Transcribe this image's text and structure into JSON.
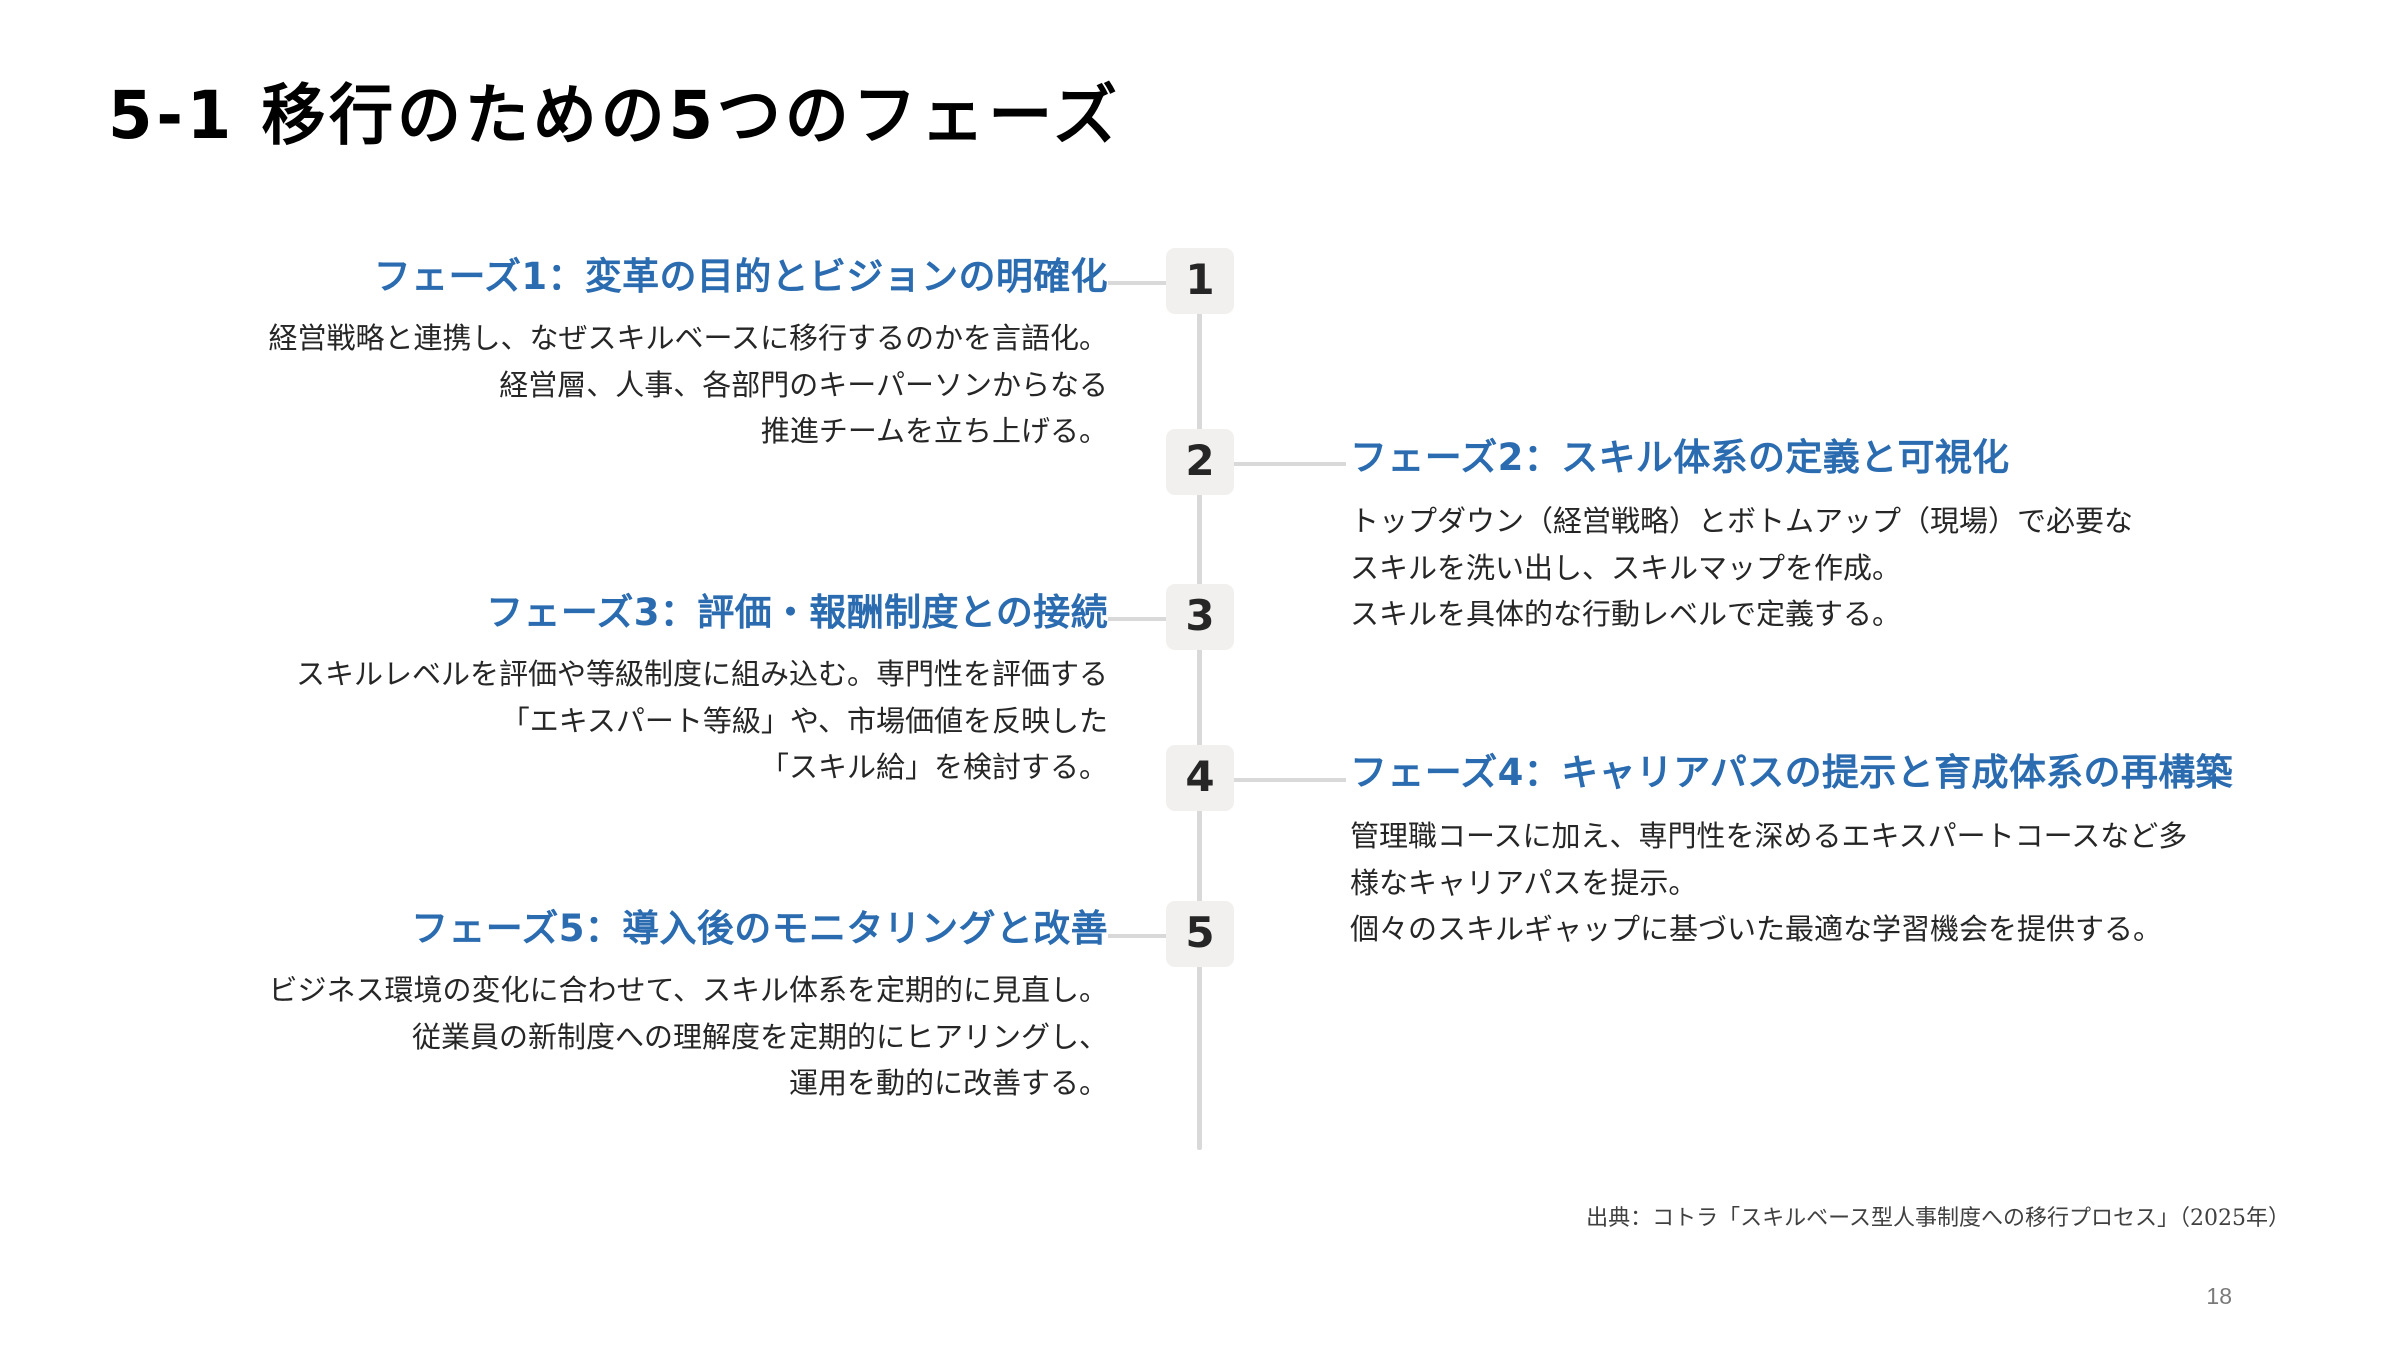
{
  "slide": {
    "title": "5-1 移行のための5つのフェーズ",
    "page_number": "18",
    "source_note": "出典：コトラ「スキルベース型人事制度への移行プロセス」（2025年）",
    "accent_color": "#2b6cb0",
    "marker_bg_color": "#f1f0ee",
    "line_color": "#d9d9d9",
    "background_color": "#ffffff"
  },
  "timeline": {
    "markers": [
      {
        "label": "1",
        "side": "left"
      },
      {
        "label": "2",
        "side": "right"
      },
      {
        "label": "3",
        "side": "left"
      },
      {
        "label": "4",
        "side": "right"
      },
      {
        "label": "5",
        "side": "left"
      }
    ]
  },
  "phases": [
    {
      "number": "1",
      "side": "left",
      "heading": "フェーズ1：変革の目的とビジョンの明確化",
      "body": "経営戦略と連携し、なぜスキルベースに移行するのかを言語化。\n経営層、人事、各部門のキーパーソンからなる\n推進チームを立ち上げる。"
    },
    {
      "number": "2",
      "side": "right",
      "heading": "フェーズ2：スキル体系の定義と可視化",
      "body": "トップダウン（経営戦略）とボトムアップ（現場）で必要な\nスキルを洗い出し、スキルマップを作成。\nスキルを具体的な行動レベルで定義する。"
    },
    {
      "number": "3",
      "side": "left",
      "heading": "フェーズ3：評価・報酬制度との接続",
      "body": "スキルレベルを評価や等級制度に組み込む。専門性を評価する\n「エキスパート等級」や、市場価値を反映した\n「スキル給」を検討する。"
    },
    {
      "number": "4",
      "side": "right",
      "heading": "フェーズ4：キャリアパスの提示と育成体系の再構築",
      "body": "管理職コースに加え、専門性を深めるエキスパートコースなど多\n様なキャリアパスを提示。\n個々のスキルギャップに基づいた最適な学習機会を提供する。"
    },
    {
      "number": "5",
      "side": "left",
      "heading": "フェーズ5：導入後のモニタリングと改善",
      "body": "ビジネス環境の変化に合わせて、スキル体系を定期的に見直し。\n従業員の新制度への理解度を定期的にヒアリングし、\n運用を動的に改善する。"
    }
  ]
}
